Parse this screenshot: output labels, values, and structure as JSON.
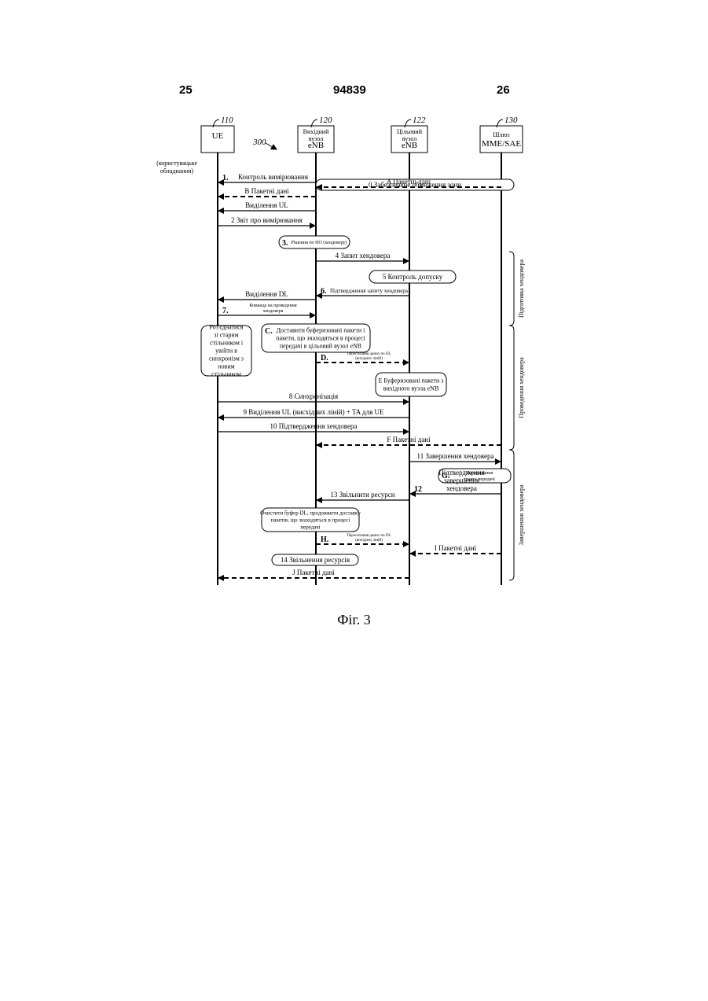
{
  "header": {
    "page_left": "25",
    "doc_number": "94839",
    "page_right": "26"
  },
  "diagram_ref": "300",
  "entities": [
    {
      "ref": "110",
      "lines": [
        "UE"
      ],
      "sub": [
        "(користувацьке",
        "обладнання)"
      ]
    },
    {
      "ref": "120",
      "lines": [
        "Вихідний",
        "вузол",
        "eNB"
      ]
    },
    {
      "ref": "122",
      "lines": [
        "Цільовий",
        "вузол",
        "eNB"
      ]
    },
    {
      "ref": "130",
      "lines": [
        "Шлюз",
        "MME/SAE"
      ]
    }
  ],
  "messages": [
    {
      "num": "1.",
      "text": "Контроль вимірювання"
    },
    {
      "num": "",
      "text": "B  Пакетні дані"
    },
    {
      "num": "",
      "text": "A  Пакетні дані"
    },
    {
      "num": "",
      "text": "Виділення UL"
    },
    {
      "num": "",
      "text": "2  Звіт про вимірювання"
    },
    {
      "num": "",
      "text": "4  Запит хендовера"
    },
    {
      "num": "6.",
      "text": "Підтвердження запиту хендовера"
    },
    {
      "num": "",
      "text": "Виділення DL"
    },
    {
      "num": "7.",
      "text": "Команда на проведення хендовера"
    },
    {
      "num": "D.",
      "text": "Пересилання даних по DL (вихідних ліній)"
    },
    {
      "num": "",
      "text": "8  Синхронізація"
    },
    {
      "num": "",
      "text": "9  Виділення UL (висхідних ліній) + TA для UE"
    },
    {
      "num": "",
      "text": "10  Підтвердження хендовера"
    },
    {
      "num": "",
      "text": "F  Пакетні дані"
    },
    {
      "num": "",
      "text": "11  Завершення хендовера"
    },
    {
      "num": "12",
      "text": "Підтвердження завершення хендовера"
    },
    {
      "num": "",
      "text": "13  Звільнити ресурси"
    },
    {
      "num": "H.",
      "text": "Пересилання даних по DL (вихідних ліній)"
    },
    {
      "num": "",
      "text": "I  Пакетні дані"
    },
    {
      "num": "",
      "text": "J  Пакетні дані"
    }
  ],
  "boxes": [
    {
      "num": "",
      "text": "0  Забезпечене обмеження зони"
    },
    {
      "num": "3.",
      "text": "Рішення по НО (хендоверу)"
    },
    {
      "num": "",
      "text": "5  Контроль допуску"
    },
    {
      "num": "",
      "text": "Роз'єднатися зі старим стільником і увійти в синхронізм з новим стільником"
    },
    {
      "num": "C.",
      "text": "Доставити буферизовані пакети і пакети, що знаходяться в процесі передачі в цільовий вузол eNB"
    },
    {
      "num": "",
      "text": "E  Буферизовані пакети з вихідного вузла eNB"
    },
    {
      "num": "G.",
      "text": "Перемикання тракта передачі"
    },
    {
      "num": "",
      "text": "Очистити буфер DL, продовжити доставку пакетів, що знаходяться в процесі передачі"
    },
    {
      "num": "",
      "text": "14  Звільнення ресурсів"
    }
  ],
  "phases": [
    "Підготовка хендовера",
    "Проведення хендовера",
    "Завершення хендовера"
  ],
  "caption": "Фіг. 3"
}
